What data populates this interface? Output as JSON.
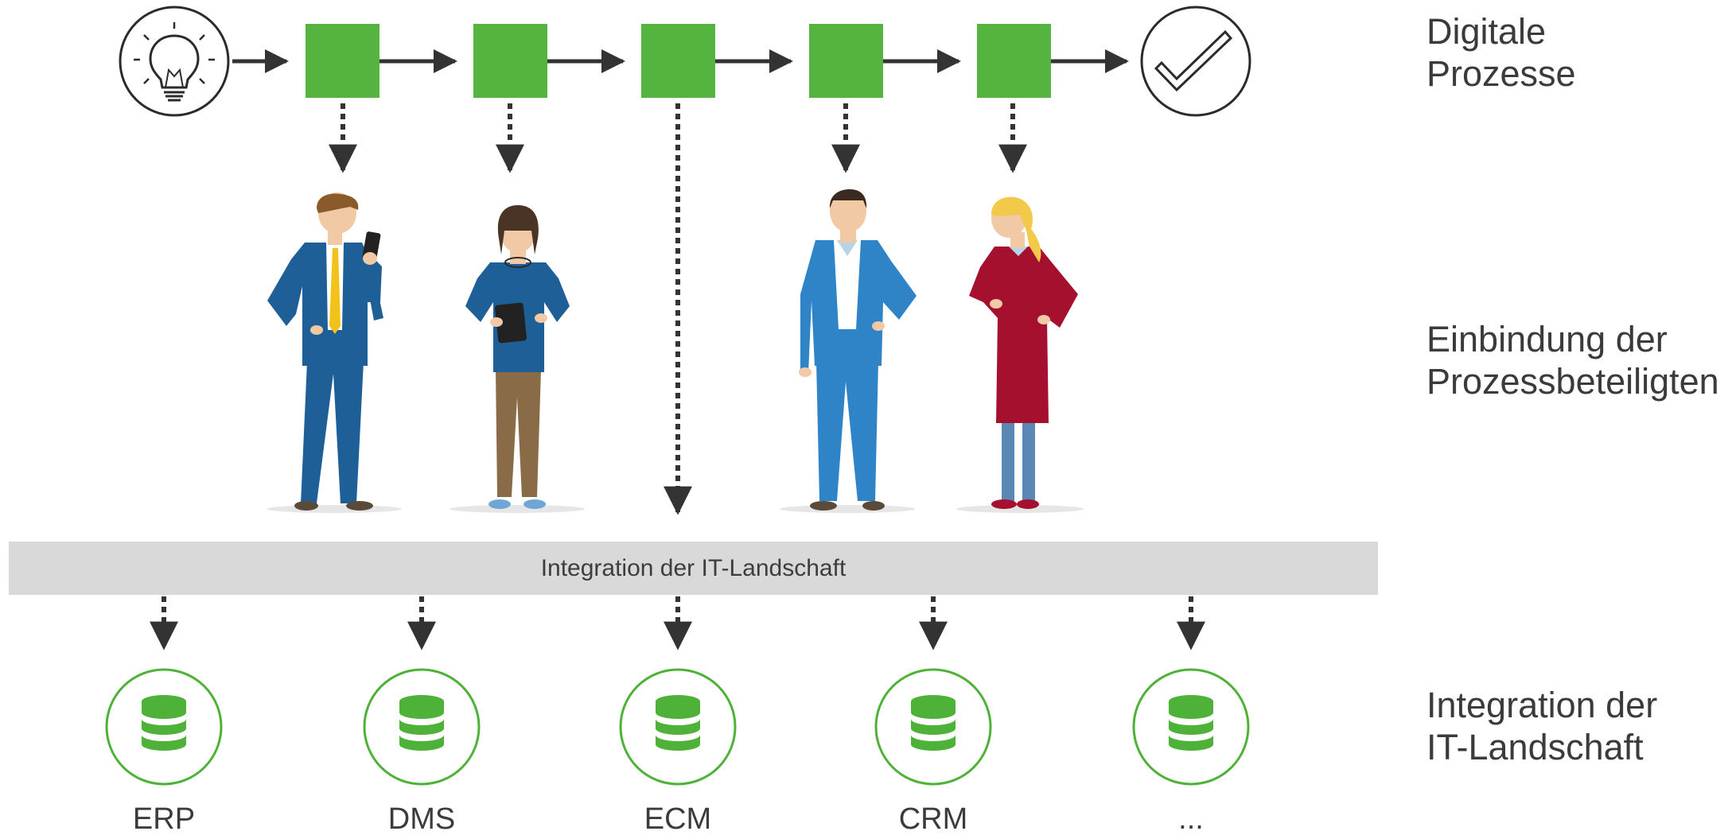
{
  "row_labels": {
    "processes": [
      "Digitale",
      "Prozesse"
    ],
    "participants": [
      "Einbindung der",
      "Prozessbeteiligten"
    ],
    "integration": [
      "Integration der",
      "IT-Landschaft"
    ]
  },
  "integration_bar": {
    "label": "Integration der IT-Landschaft"
  },
  "process_flow": {
    "start_icon": "lightbulb-icon",
    "end_icon": "checkmark-icon",
    "step_count": 5
  },
  "participants": [
    {
      "role": "businessman-with-phone",
      "suit": "#1f5f98",
      "tie": "#f2c21b"
    },
    {
      "role": "woman-with-tablet",
      "top": "#1f5f98",
      "trousers": "#8a6b47"
    },
    {
      "role": "man-in-light-blue-suit",
      "suit": "#2f84c8"
    },
    {
      "role": "woman-in-red-dress",
      "dress": "#a5102f",
      "hair": "#f3c94a"
    }
  ],
  "systems": [
    {
      "label": "ERP",
      "icon": "database-icon"
    },
    {
      "label": "DMS",
      "icon": "database-icon"
    },
    {
      "label": "ECM",
      "icon": "database-icon"
    },
    {
      "label": "CRM",
      "icon": "database-icon"
    },
    {
      "label": "...",
      "icon": "database-icon"
    }
  ],
  "colors": {
    "step_green": "#55b33f",
    "database_green": "#4eb138",
    "arrow": "#333333",
    "bar_gray": "#d9d9d9",
    "text": "#3b3b3b"
  }
}
